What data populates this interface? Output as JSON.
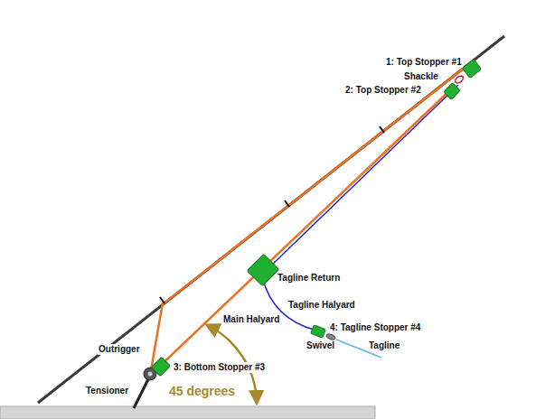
{
  "diagram": {
    "labels": [
      "1: Top Stopper #1",
      "Shackle",
      "2: Top Stopper #2",
      "Tagline Return",
      "Tagline Halyard",
      "Main Halyard",
      "4: Tagline Stopper #4",
      "Swivel",
      "Tagline",
      "Outrigger",
      "3: Bottom Stopper #3",
      "Tensioner",
      "45 degrees"
    ]
  }
}
